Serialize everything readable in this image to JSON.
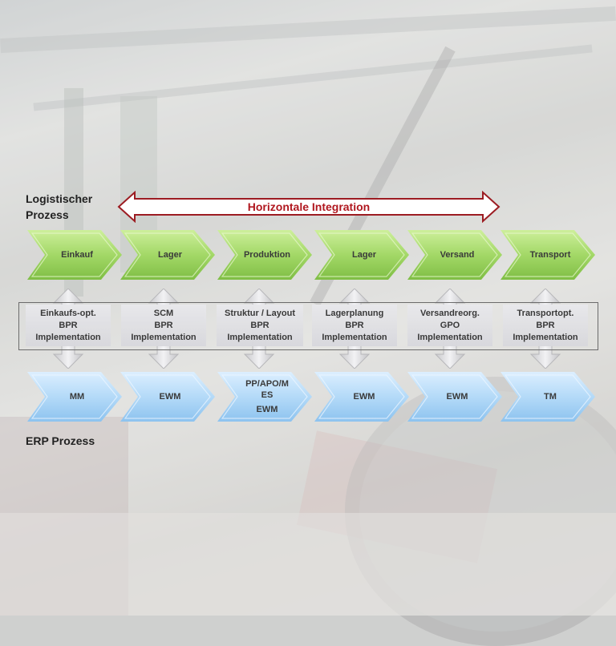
{
  "labels": {
    "logistic_line1": "Logistischer",
    "logistic_line2": "Prozess",
    "erp": "ERP Prozess"
  },
  "integration_label": "Horizontale Integration",
  "colors": {
    "green_top": "#c5ec8e",
    "green_bottom": "#7bc242",
    "blue_top": "#d3eaff",
    "blue_bottom": "#8ec5f2",
    "integration_text": "#b0171f"
  },
  "logistics_steps": [
    "Einkauf",
    "Lager",
    "Produktion",
    "Lager",
    "Versand",
    "Transport"
  ],
  "middle_boxes": [
    {
      "line1": "Einkaufs-opt.",
      "line2": "BPR",
      "line3": "Implementation"
    },
    {
      "line1": "SCM",
      "line2": "BPR",
      "line3": "Implementation"
    },
    {
      "line1": "Struktur / Layout",
      "line2": "BPR",
      "line3": "Implementation"
    },
    {
      "line1": "Lagerplanung",
      "line2": "BPR",
      "line3": "Implementation"
    },
    {
      "line1": "Versandreorg.",
      "line2": "GPO",
      "line3": "Implementation"
    },
    {
      "line1": "Transportopt.",
      "line2": "BPR",
      "line3": "Implementation"
    }
  ],
  "erp_steps": [
    "MM",
    "EWM",
    "PP/APO/M ES EWM",
    "EWM",
    "EWM",
    "TM"
  ],
  "erp_step3_lines": {
    "line1": "PP/APO/M",
    "line2": "ES",
    "line3": "EWM"
  }
}
